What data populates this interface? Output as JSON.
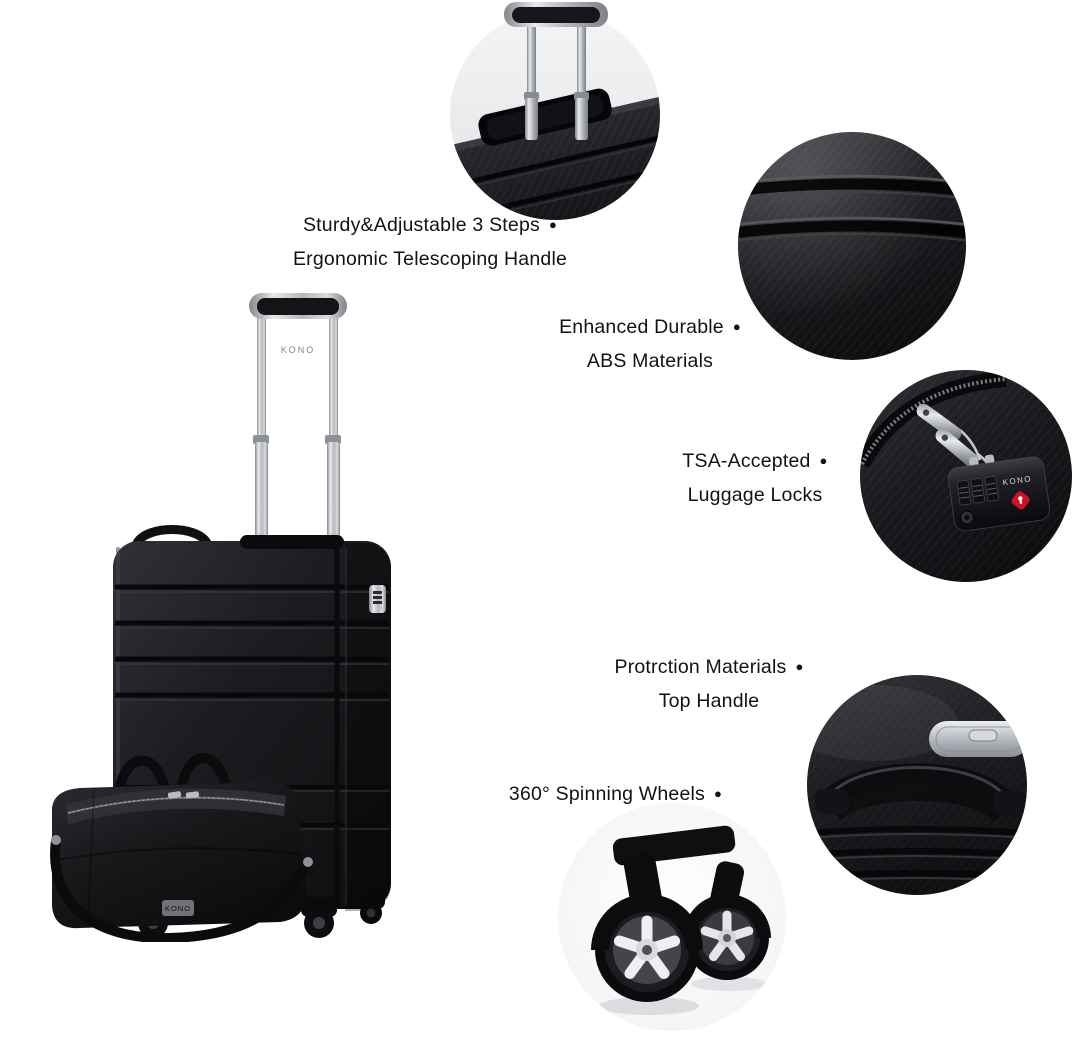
{
  "brand": "KONO",
  "features": {
    "handle": {
      "line1": "Sturdy&Adjustable 3 Steps",
      "line2": "Ergonomic Telescoping Handle",
      "bullet": "●"
    },
    "abs": {
      "line1": "Enhanced Durable",
      "line2": "ABS Materials",
      "bullet": "●"
    },
    "lock": {
      "line1": "TSA-Accepted",
      "line2": "Luggage Locks",
      "bullet": "●"
    },
    "top_handle": {
      "line1": "Protrction Materials",
      "line2": "Top Handle",
      "bullet": "●"
    },
    "wheels": {
      "line1": "360° Spinning Wheels",
      "bullet": "●"
    }
  },
  "colors": {
    "background": "#ffffff",
    "text": "#121212",
    "suitcase_black": "#17171a",
    "silver": "#c7cace",
    "tsa_red": "#cf1126"
  }
}
